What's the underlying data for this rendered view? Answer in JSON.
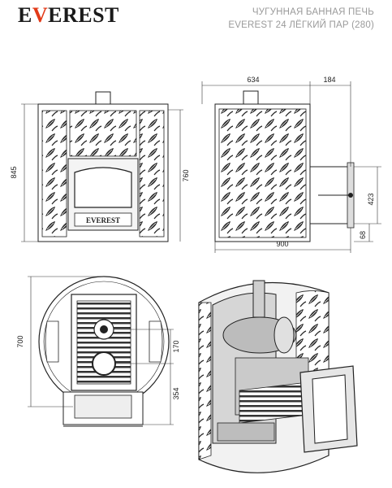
{
  "brand": {
    "logo_text": "EVEREST",
    "logo_pre": "E",
    "logo_flame": "V",
    "logo_post": "EREST"
  },
  "title": {
    "line1": "ЧУГУННАЯ БАННАЯ ПЕЧЬ",
    "line2": "EVEREST 24 ЛЁГКИЙ ПАР (280)"
  },
  "dimensions": {
    "front_height": "845",
    "door_height": "760",
    "side_width": "634",
    "firebox_ext": "184",
    "total_depth": "900",
    "door_center_height": "423",
    "door_bottom": "68",
    "plan_diameter": "700",
    "plan_offset_1": "170",
    "plan_offset_2": "354"
  },
  "views": [
    "front-view",
    "side-view",
    "top-view",
    "isometric-cutaway"
  ]
}
